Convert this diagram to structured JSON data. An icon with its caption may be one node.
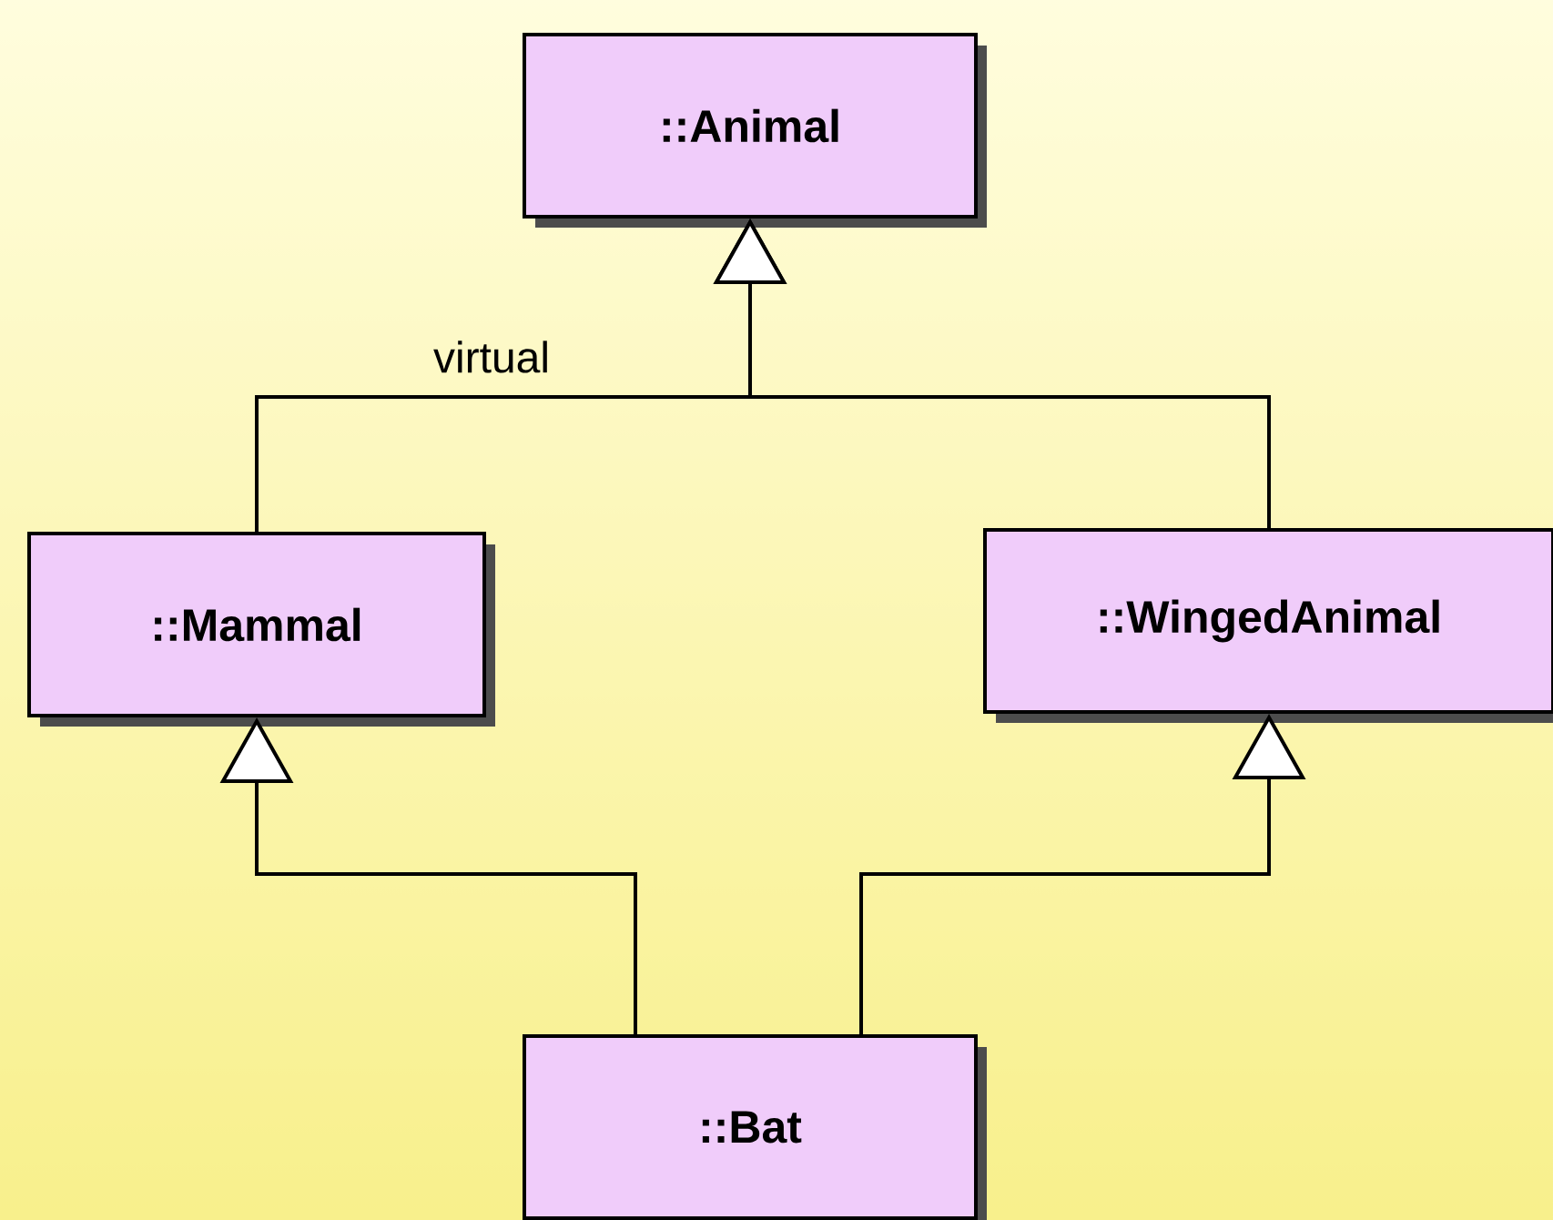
{
  "diagram": {
    "nodes": [
      {
        "text": [
          "::Animal"
        ]
      },
      {
        "text": [
          "::Mammal"
        ]
      },
      {
        "text": [
          "::WingedAnimal"
        ]
      },
      {
        "text": [
          "::Bat"
        ]
      }
    ],
    "edges": [
      {
        "from": 1,
        "to": 0,
        "arrow": "to",
        "label": "virtual"
      },
      {
        "from": 2,
        "to": 0,
        "arrow": "to"
      },
      {
        "from": 3,
        "to": 1,
        "arrow": "to"
      },
      {
        "from": 3,
        "to": 2,
        "arrow": "to"
      }
    ]
  }
}
